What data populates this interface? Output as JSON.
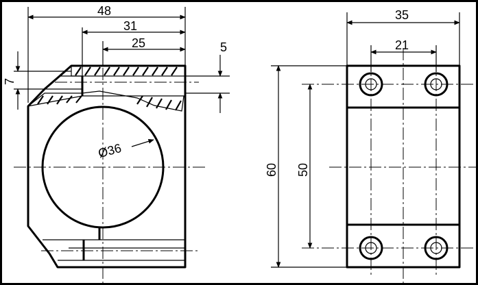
{
  "drawing": {
    "dimensions": {
      "width_48": "48",
      "width_31": "31",
      "width_25": "25",
      "thickness_5": "5",
      "thickness_7": "7",
      "bore_diameter": "Ø36",
      "width_35": "35",
      "spacing_21": "21",
      "height_60": "60",
      "spacing_50": "50"
    },
    "colors": {
      "line": "#000000",
      "background": "#ffffff"
    }
  }
}
